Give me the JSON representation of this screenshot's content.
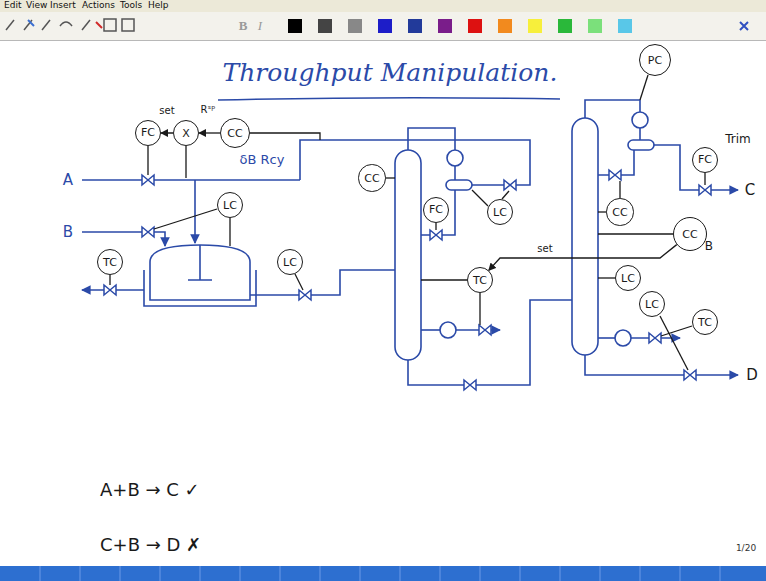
{
  "diagram": {
    "title": "Throughput Manipulation.",
    "nodes": [
      {
        "text": [
          "FC"
        ]
      },
      {
        "text": [
          "X"
        ]
      },
      {
        "text": [
          "CC"
        ]
      },
      {
        "text": [
          "LC"
        ]
      },
      {
        "text": [
          "TC"
        ]
      },
      {
        "text": [
          "LC"
        ]
      },
      {
        "text": [
          "CC"
        ]
      },
      {
        "text": [
          "LC"
        ]
      },
      {
        "text": [
          "FC"
        ]
      },
      {
        "text": [
          "TC"
        ]
      },
      {
        "text": [
          "PC"
        ]
      },
      {
        "text": [
          "FC"
        ]
      },
      {
        "text": [
          "CC"
        ]
      },
      {
        "text": [
          "CC",
          "B"
        ]
      },
      {
        "text": [
          "LC"
        ]
      },
      {
        "text": [
          "LC"
        ]
      },
      {
        "text": [
          "TC"
        ]
      }
    ],
    "edges": [
      {
        "from": 1,
        "to": 0,
        "arrow": "to",
        "label": "set"
      },
      {
        "from": 2,
        "to": 1,
        "arrow": "to",
        "label": "Rˢᵖ"
      },
      {
        "from": 13,
        "to": 9,
        "arrow": "to",
        "label": "set"
      }
    ],
    "labels": [
      "Edit",
      "View",
      "Insert",
      "Actions",
      "Tools",
      "Help",
      "B",
      "I",
      "A",
      "B",
      "δB Rcy",
      "C",
      "D",
      "Trim",
      "A+B → C ✓",
      "C+B → D ✗",
      "1/20"
    ]
  }
}
